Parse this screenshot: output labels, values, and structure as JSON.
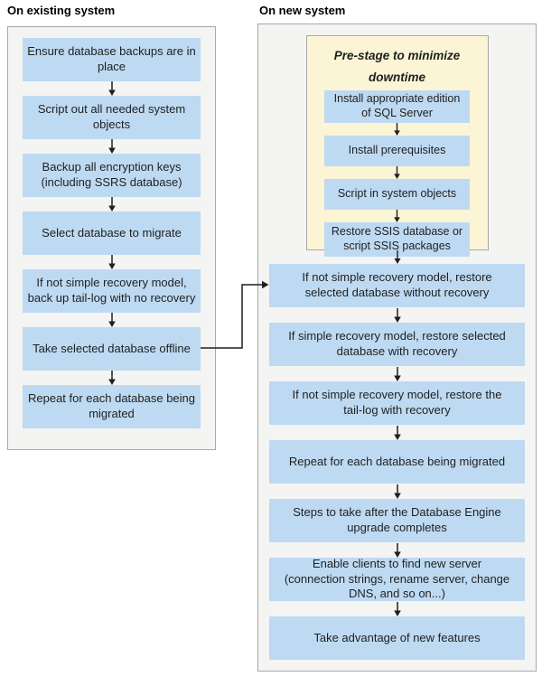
{
  "diagram": {
    "left": {
      "header": "On existing system",
      "boxes": [
        "Ensure database backups are in place",
        "Script out all needed system objects",
        "Backup all encryption keys (including SSRS database)",
        "Select database to migrate",
        "If not simple recovery model, back up tail-log with no recovery",
        "Take selected database offline",
        "Repeat for each database being migrated"
      ]
    },
    "right": {
      "header": "On new system",
      "prestage": {
        "title": "Pre-stage to minimize downtime",
        "boxes": [
          "Install appropriate edition of SQL Server",
          "Install prerequisites",
          "Script in system objects",
          "Restore SSIS database or script SSIS packages"
        ]
      },
      "boxes": [
        "If not simple recovery model, restore selected database without recovery",
        "If simple recovery model, restore selected database with recovery",
        "If not simple recovery model, restore the tail-log with recovery",
        "Repeat for each database being migrated",
        "Steps to take after the Database Engine upgrade completes",
        "Enable clients to find new server (connection strings, rename server, change DNS, and so on...)",
        "Take advantage of new features"
      ]
    },
    "colors": {
      "box_fill": "#bedaf2",
      "panel_fill": "#f4f4f3",
      "panel_border": "#a8a8a8",
      "prestage_fill": "#fbf5d6",
      "arrow": "#1f1f1f",
      "text": "#1f1f1f"
    }
  }
}
